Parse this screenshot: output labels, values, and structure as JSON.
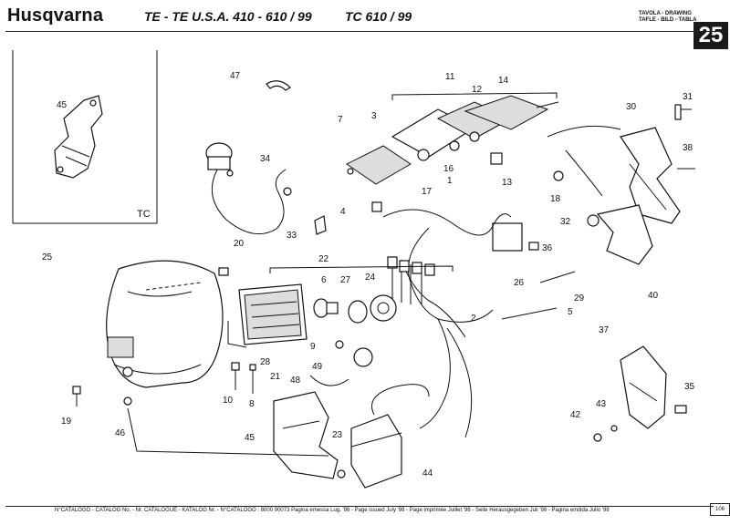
{
  "header": {
    "brand": "Husqvarna",
    "models": "TE - TE U.S.A. 410 - 610 / 99",
    "models_tc": "TC 610 / 99",
    "table_label_line1": "TAVOLA - DRAWING",
    "table_label_line2": "TAFLE - BILD - TABLA",
    "table_number": "25"
  },
  "inset": {
    "label": "TC"
  },
  "callouts": [
    "45",
    "47",
    "11",
    "12",
    "14",
    "31",
    "30",
    "7",
    "3",
    "34",
    "16",
    "1",
    "13",
    "38",
    "17",
    "18",
    "4",
    "32",
    "36",
    "33",
    "20",
    "22",
    "6",
    "27",
    "24",
    "26",
    "29",
    "2",
    "5",
    "40",
    "25",
    "9",
    "37",
    "49",
    "28",
    "10",
    "8",
    "21",
    "48",
    "35",
    "43",
    "42",
    "19",
    "46",
    "45",
    "23",
    "44"
  ],
  "footer": {
    "catalog": "N°CATALOGO - CATALOG No. - Nr. CATALOGUE - KATALOG Nr. - N°CATALOGO : 8000 90073 Pagina emessa Lug. '98 - Page issued July '98 - Page imprimée Juillet '98 - Seite Herausgegeben Juli '98 - Pagina emitida Julio '98",
    "page": "106"
  }
}
